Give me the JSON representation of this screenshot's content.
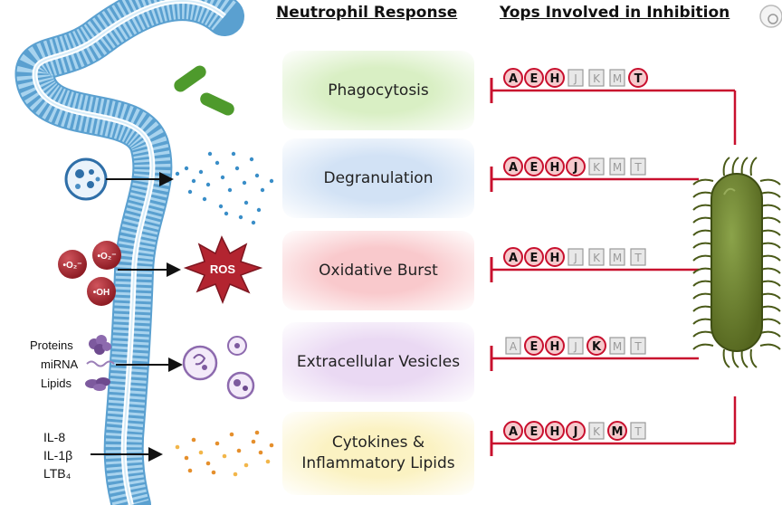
{
  "headers": {
    "neutrophil_response": "Neutrophil Response",
    "yops": "Yops Involved in Inhibition"
  },
  "responses": [
    {
      "label": "Phagocytosis",
      "color": "#d9efc4"
    },
    {
      "label": "Degranulation",
      "color": "#d2e2f5"
    },
    {
      "label": "Oxidative Burst",
      "color": "#f9c9cc"
    },
    {
      "label": "Extracellular Vesicles",
      "color": "#ead9f3"
    },
    {
      "label": "Cytokines & Inflammatory Lipids",
      "color": "#fbf2c2"
    }
  ],
  "yop_letters": [
    "A",
    "E",
    "H",
    "J",
    "K",
    "M",
    "T"
  ],
  "yop_rows": [
    {
      "active": [
        "A",
        "E",
        "H",
        "T"
      ]
    },
    {
      "active": [
        "A",
        "E",
        "H",
        "J"
      ]
    },
    {
      "active": [
        "A",
        "E",
        "H"
      ]
    },
    {
      "active": [
        "E",
        "H",
        "K"
      ]
    },
    {
      "active": [
        "A",
        "E",
        "H",
        "J",
        "M"
      ]
    }
  ],
  "labels": {
    "ros": "ROS",
    "o2_minus": "•O₂⁻",
    "o2_minus_2": "•O₂⁻",
    "oh": "•OH",
    "proteins": "Proteins",
    "mirna": "miRNA",
    "lipids": "Lipids",
    "il8": "IL-8",
    "il1b": "IL-1β",
    "ltb4": "LTB₄"
  },
  "colors": {
    "inhibition_red": "#c8102e",
    "yop_active_fill": "#f6c9cc",
    "yop_inactive_fill": "#e8e8e8",
    "membrane": "#a8d3ee",
    "bacterium": "#6a7d2c",
    "ros_red": "#b32430"
  }
}
